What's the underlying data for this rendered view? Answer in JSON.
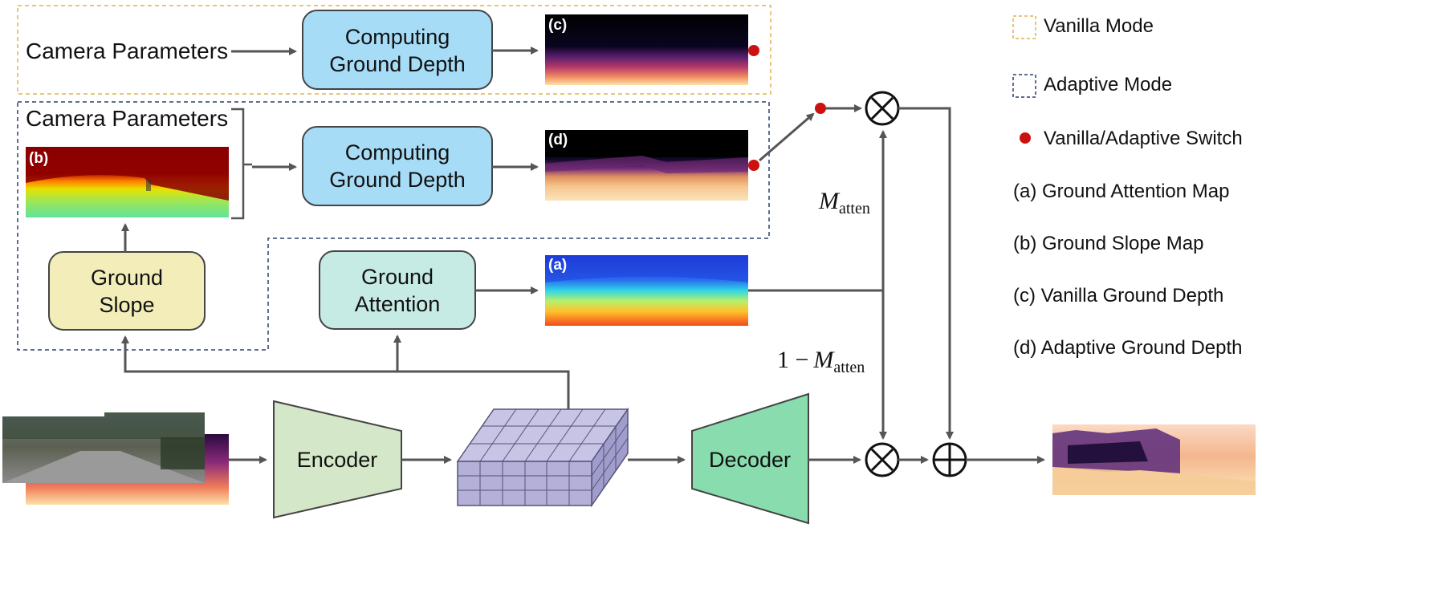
{
  "blocks": {
    "camera_params_top": "Camera Parameters",
    "camera_params_mid": "Camera Parameters",
    "computing_top": [
      "Computing",
      "Ground Depth"
    ],
    "computing_mid": [
      "Computing",
      "Ground Depth"
    ],
    "ground_slope": [
      "Ground",
      "Slope"
    ],
    "ground_attention": [
      "Ground",
      "Attention"
    ],
    "encoder": "Encoder",
    "decoder": "Decoder"
  },
  "image_tags": {
    "a": "(a)",
    "b": "(b)",
    "c": "(c)",
    "d": "(d)"
  },
  "math": {
    "m_atten_base": "M",
    "m_atten_sub": "atten",
    "one_minus": "1 −",
    "m2_base": "M",
    "m2_sub": "atten"
  },
  "legend": {
    "vanilla_mode": "Vanilla Mode",
    "adaptive_mode": "Adaptive Mode",
    "switch": "Vanilla/Adaptive Switch",
    "a": "(a) Ground Attention Map",
    "b": "(b) Ground Slope Map",
    "c": "(c) Vanilla Ground Depth",
    "d": "(d) Adaptive Ground Depth"
  },
  "colors": {
    "computing_fill": "#a6dcf6",
    "slope_fill": "#f3edb9",
    "attention_fill": "#c6ebe4",
    "encoder_fill": "#d4e7c8",
    "decoder_fill": "#88dcae",
    "feature_cube": "#b4b0d8",
    "vanilla_border": "#e0b24a",
    "adaptive_border": "#2a3f6e",
    "switch_dot": "#cc1111"
  }
}
